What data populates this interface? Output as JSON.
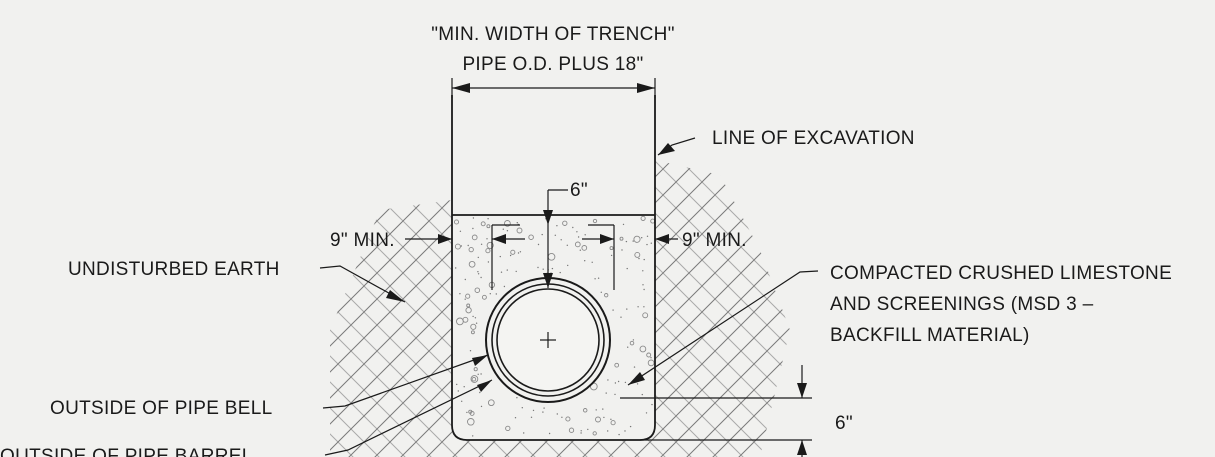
{
  "labels": {
    "min_width_line1": "\"MIN. WIDTH OF TRENCH\"",
    "min_width_line2": "PIPE O.D. PLUS 18\"",
    "line_of_excavation": "LINE OF EXCAVATION",
    "six_inch_top": "6\"",
    "nine_min_left": "9\" MIN.",
    "nine_min_right": "9\" MIN.",
    "undisturbed_earth": "UNDISTURBED EARTH",
    "compacted_line1": "COMPACTED CRUSHED LIMESTONE",
    "compacted_line2": "AND SCREENINGS (MSD 3 –",
    "compacted_line3": "BACKFILL MATERIAL)",
    "outside_bell": "OUTSIDE OF PIPE BELL",
    "outside_barrel": "OUTSIDE OF PIPE BARREL",
    "six_inch_bottom": "6\""
  },
  "colors": {
    "ink": "#1a1a1a",
    "paper": "#f1f1ef",
    "hatch": "#7a7a7a"
  }
}
